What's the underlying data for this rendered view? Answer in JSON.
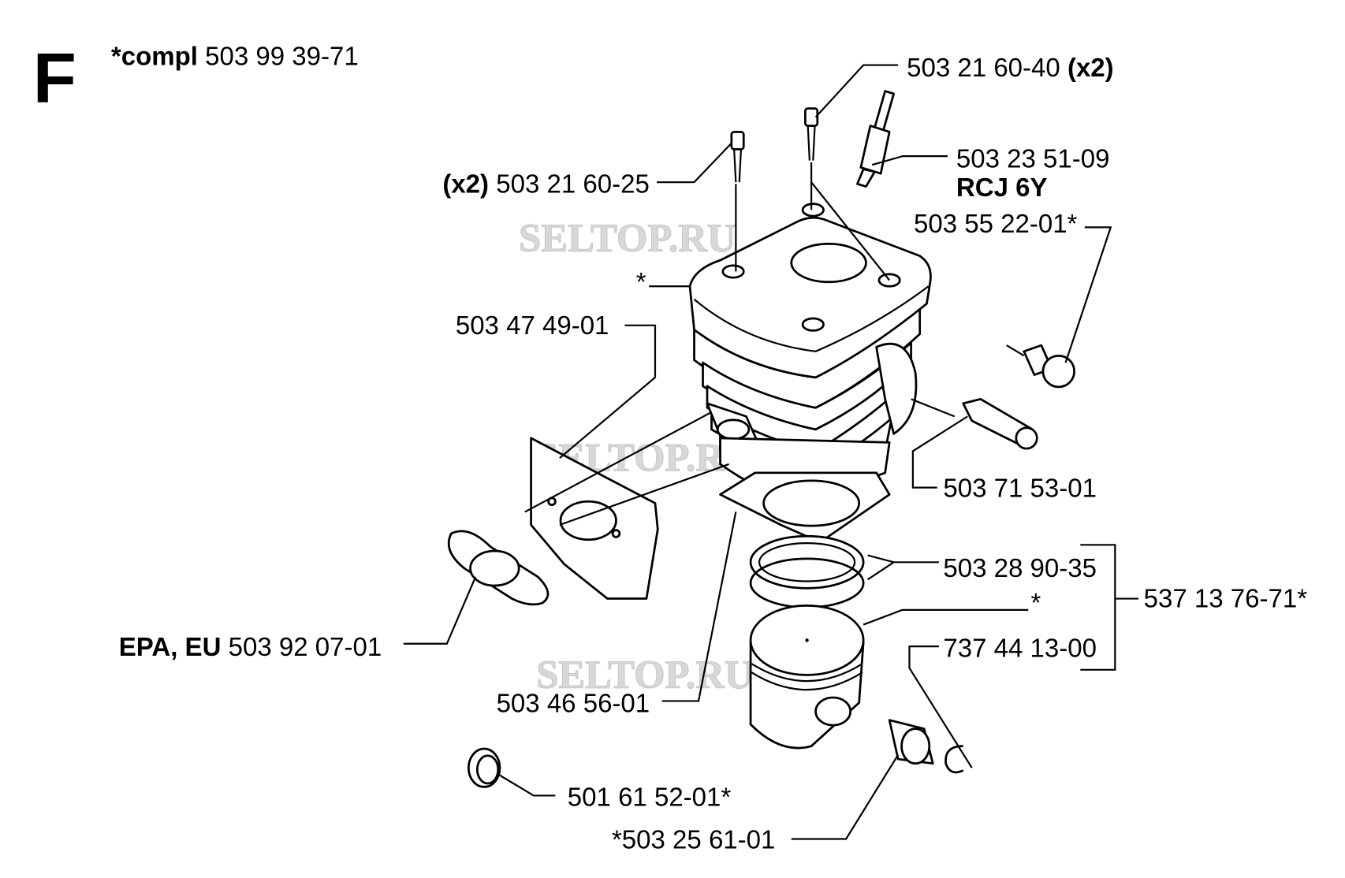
{
  "section_letter": "F",
  "compl": {
    "prefix": "*compl",
    "number": "503 99 39-71"
  },
  "watermark": "SELTOP.RU",
  "labels": {
    "screw_long": {
      "number": "503 21 60-40",
      "qty": "(x2)"
    },
    "spark_plug": {
      "number": "503 23 51-09",
      "type": "RCJ 6Y"
    },
    "screw_short": {
      "qty": "(x2)",
      "number": "503 21 60-25"
    },
    "decomp_valve": {
      "number": "503 55 22-01*"
    },
    "cylinder": {
      "number": "*"
    },
    "heat_shield": {
      "number": "503 47 49-01"
    },
    "plug_fitting": {
      "number": "503 71 53-01"
    },
    "piston_rings": {
      "number": "503 28 90-35"
    },
    "piston_kit": {
      "number": "537 13 76-71*"
    },
    "piston": {
      "number": "*"
    },
    "muffler_gasket": {
      "prefix": "EPA, EU",
      "number": "503 92 07-01"
    },
    "circlip": {
      "number": "737 44 13-00"
    },
    "cylinder_gasket": {
      "number": "503 46 56-01"
    },
    "cover": {
      "number": "501 61 52-01*"
    },
    "needle_bearing": {
      "number": "*503 25 61-01"
    }
  }
}
